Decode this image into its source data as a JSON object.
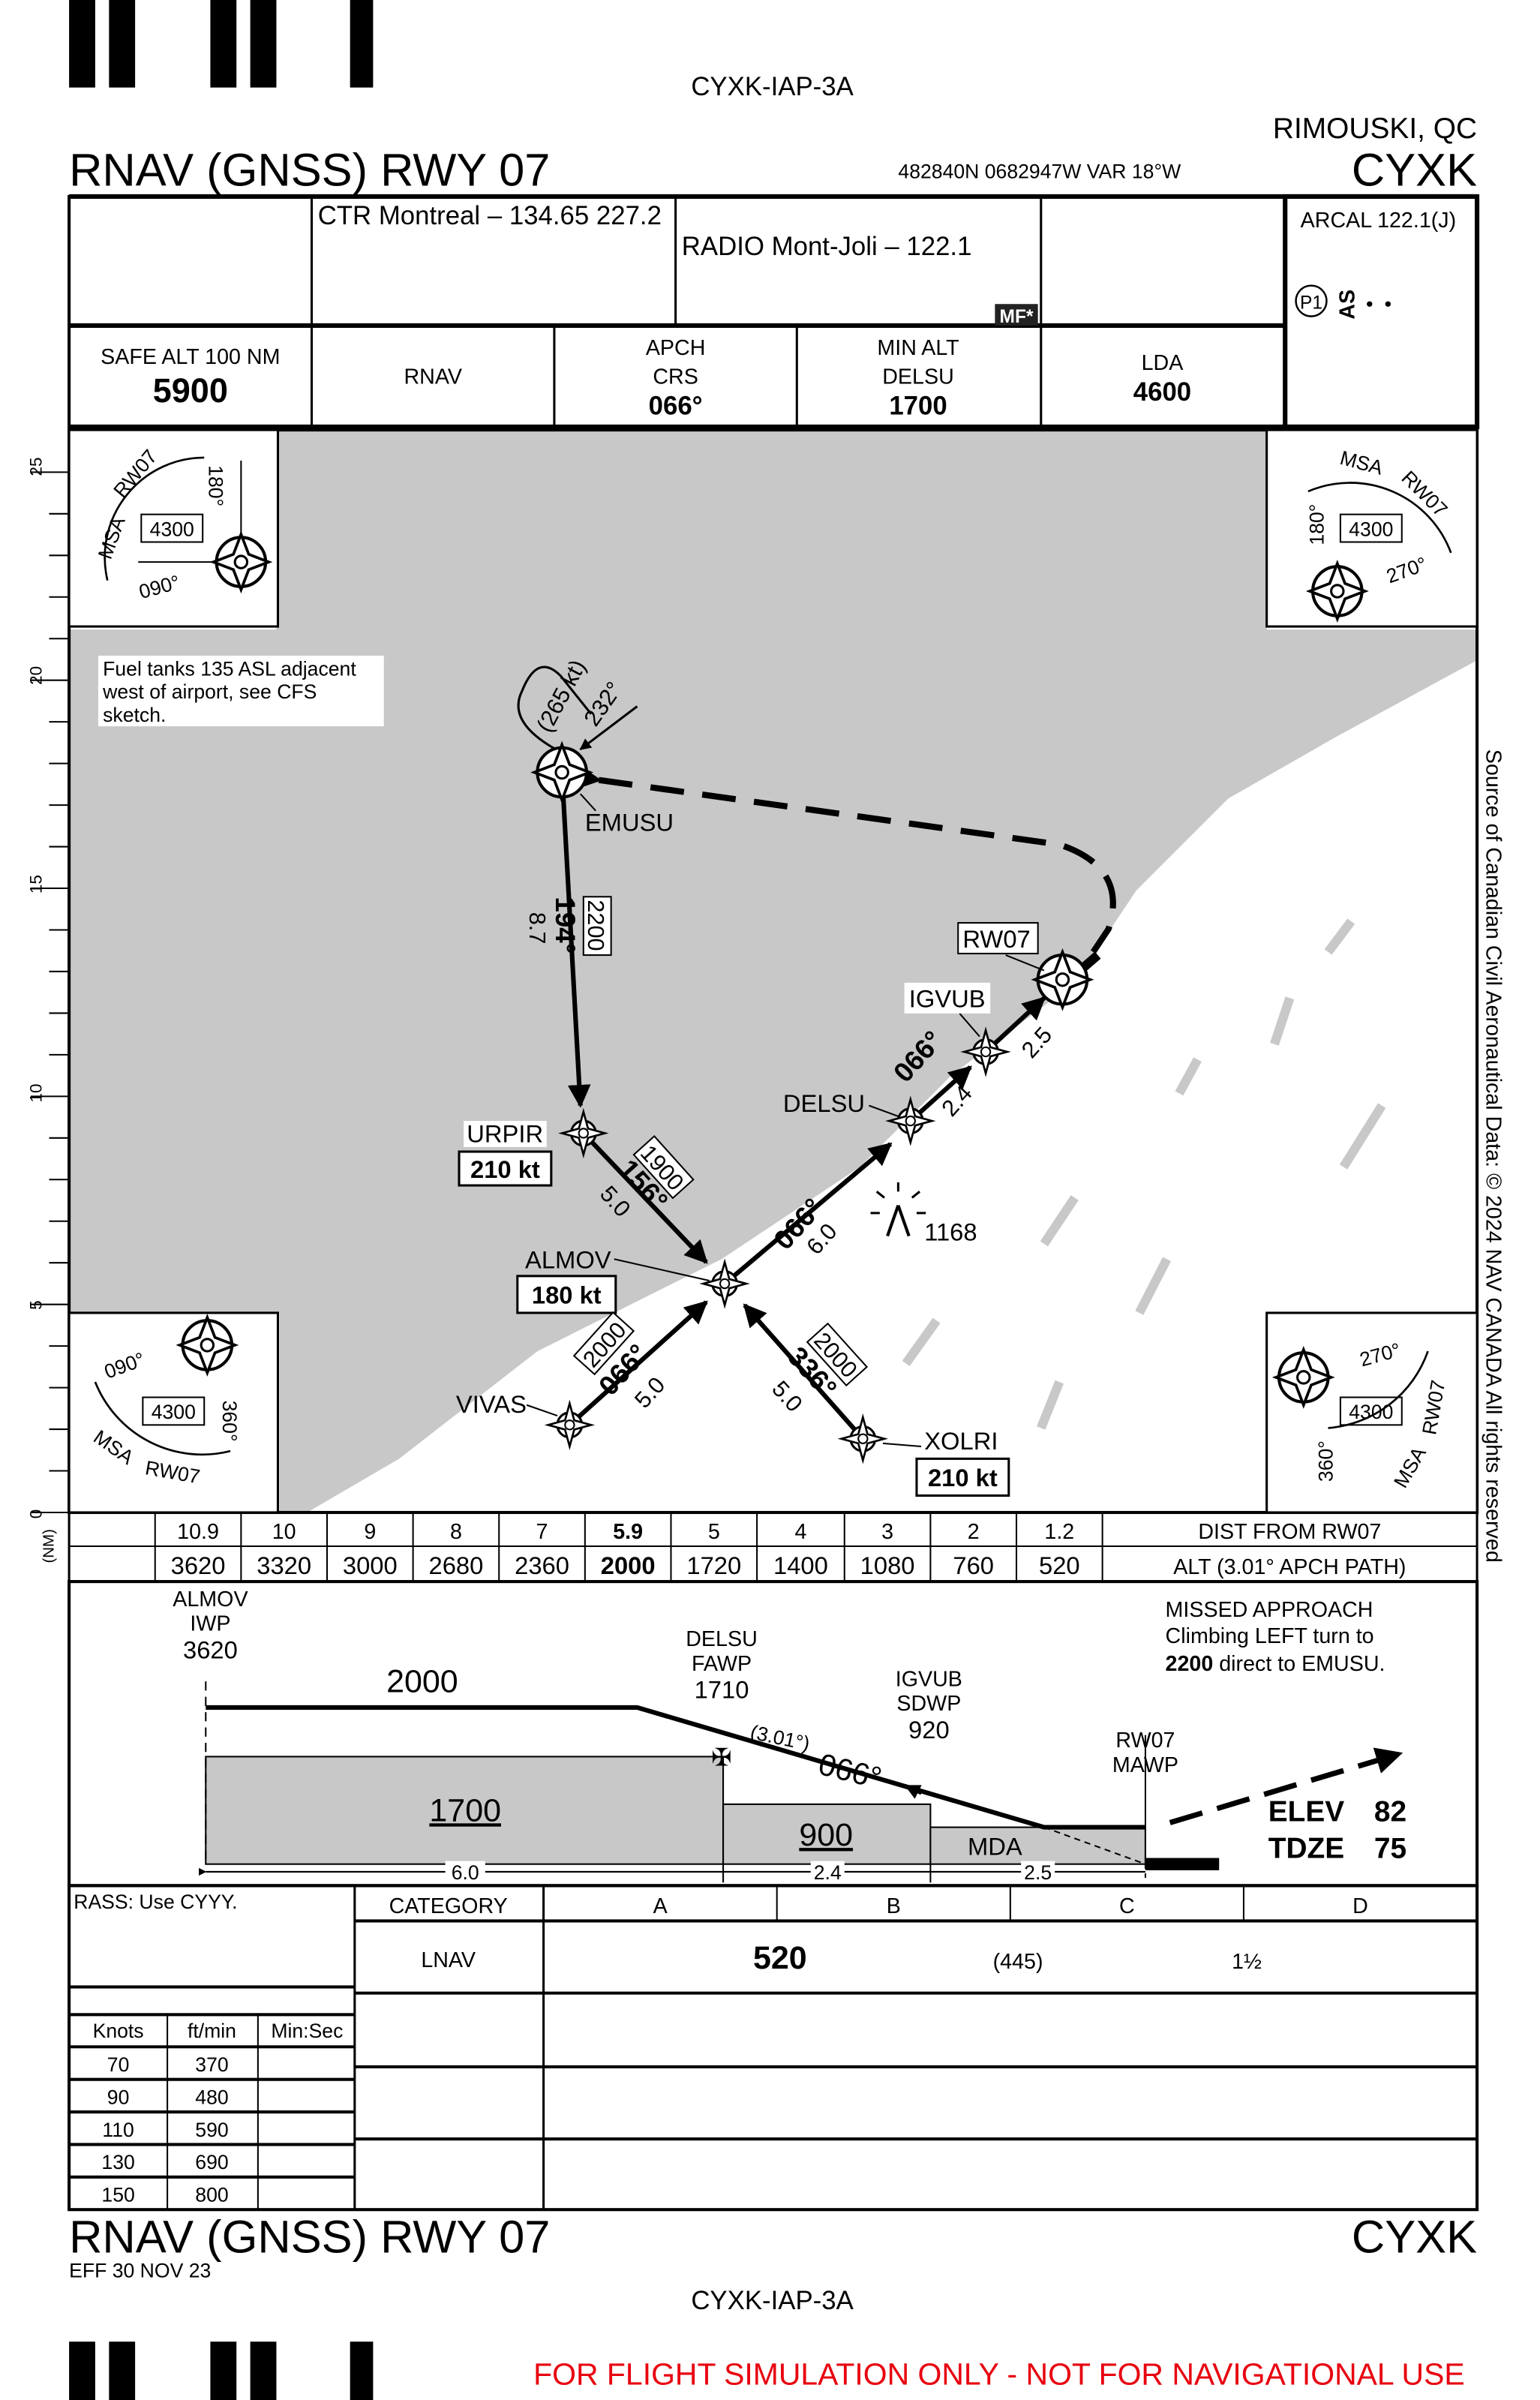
{
  "header": {
    "chart_id": "CYXK-IAP-3A",
    "location": "RIMOUSKI, QC",
    "airport_id": "CYXK",
    "title": "RNAV (GNSS) RWY 07",
    "coords": "482840N  0682947W  VAR 18°W"
  },
  "comms": {
    "ctr": "CTR Montreal – 134.65  227.2",
    "radio": "RADIO Mont-Joli – 122.1",
    "mf_badge": "MF*",
    "arcal": "ARCAL 122.1(J)",
    "p1": "P1",
    "as": "AS"
  },
  "info_row": {
    "safe_alt_label": "SAFE ALT 100 NM",
    "safe_alt_value": "5900",
    "nav_type": "RNAV",
    "apch_crs_label1": "APCH",
    "apch_crs_label2": "CRS",
    "apch_crs_value": "066°",
    "min_alt_label1": "MIN ALT",
    "min_alt_label2": "DELSU",
    "min_alt_value": "1700",
    "lda_label": "LDA",
    "lda_value": "4600"
  },
  "msa": {
    "alt": "4300",
    "label": "MSA",
    "rw": "RW07",
    "b1": "090°",
    "b2": "180°",
    "b3": "270°",
    "b4": "360°"
  },
  "plan": {
    "note": [
      "Fuel tanks 135 ASL adjacent",
      "west of airport, see CFS",
      "sketch."
    ],
    "scale_ticks": [
      "25",
      "20",
      "15",
      "10",
      "5",
      "0"
    ],
    "scale_unit": "(NM)",
    "fixes": {
      "emusu": "EMUSU",
      "urpir": "URPIR",
      "almov": "ALMOV",
      "vivas": "VIVAS",
      "xolri": "XOLRI",
      "delsu": "DELSU",
      "igvub": "IGVUB",
      "rw07": "RW07"
    },
    "speeds": {
      "urpir": "210 kt",
      "almov": "180 kt",
      "xolri": "210 kt"
    },
    "hold": {
      "speed": "(265 kt)",
      "course": "232°"
    },
    "legs": {
      "emusu_urpir": {
        "alt": "2200",
        "crs": "194°",
        "dist": "8.7"
      },
      "urpir_almov": {
        "alt": "1900",
        "crs": "156°",
        "dist": "5.0"
      },
      "vivas_almov": {
        "alt": "2000",
        "crs": "066°",
        "dist": "5.0"
      },
      "xolri_almov": {
        "alt": "2000",
        "crs": "336°",
        "dist": "5.0"
      },
      "almov_delsu": {
        "crs": "066°",
        "dist": "6.0"
      },
      "delsu_igvub": {
        "crs": "066°",
        "dist": "2.4"
      },
      "igvub_rw07": {
        "dist": "2.5"
      }
    },
    "obstacle": "1168"
  },
  "dist_table": {
    "dist": [
      "10.9",
      "10",
      "9",
      "8",
      "7",
      "5.9",
      "5",
      "4",
      "3",
      "2",
      "1.2"
    ],
    "alt": [
      "3620",
      "3320",
      "3000",
      "2680",
      "2360",
      "2000",
      "1720",
      "1400",
      "1080",
      "760",
      "520"
    ],
    "dist_label": "DIST FROM RW07",
    "alt_label": "ALT (3.01° APCH PATH)"
  },
  "profile": {
    "almov": [
      "ALMOV",
      "IWP",
      "3620"
    ],
    "delsu": [
      "DELSU",
      "FAWP",
      "1710"
    ],
    "igvub": [
      "IGVUB",
      "SDWP",
      "920"
    ],
    "rw07": [
      "RW07",
      "MAWP"
    ],
    "alt_2000": "2000",
    "gp": "(3.01°)",
    "crs": "066°",
    "min1": "1700",
    "min2": "900",
    "mda": "MDA",
    "d1": "6.0",
    "d2": "2.4",
    "d3": "2.5",
    "missed": [
      "MISSED APPROACH",
      "Climbing LEFT turn to",
      "2200",
      " direct to EMUSU."
    ],
    "elev_label": "ELEV",
    "elev": "82",
    "tdze_label": "TDZE",
    "tdze": "75"
  },
  "minima": {
    "rass": "RASS: Use CYYY.",
    "category": "CATEGORY",
    "cats": [
      "A",
      "B",
      "C",
      "D"
    ],
    "lnav": "LNAV",
    "mda": "520",
    "haa": "(445)",
    "vis": "1½",
    "rod_headers": [
      "Knots",
      "ft/min",
      "Min:Sec"
    ],
    "rod": [
      [
        "70",
        "370"
      ],
      [
        "90",
        "480"
      ],
      [
        "110",
        "590"
      ],
      [
        "130",
        "690"
      ],
      [
        "150",
        "800"
      ]
    ]
  },
  "footer": {
    "title": "RNAV (GNSS) RWY 07",
    "eff": "EFF 30 NOV 23",
    "airport_id": "CYXK",
    "chart_id": "CYXK-IAP-3A",
    "disclaimer": "FOR FLIGHT SIMULATION ONLY - NOT FOR NAVIGATIONAL USE",
    "source": "Source of Canadian Civil Aeronautical Data: © 2024 NAV CANADA All rights reserved"
  }
}
